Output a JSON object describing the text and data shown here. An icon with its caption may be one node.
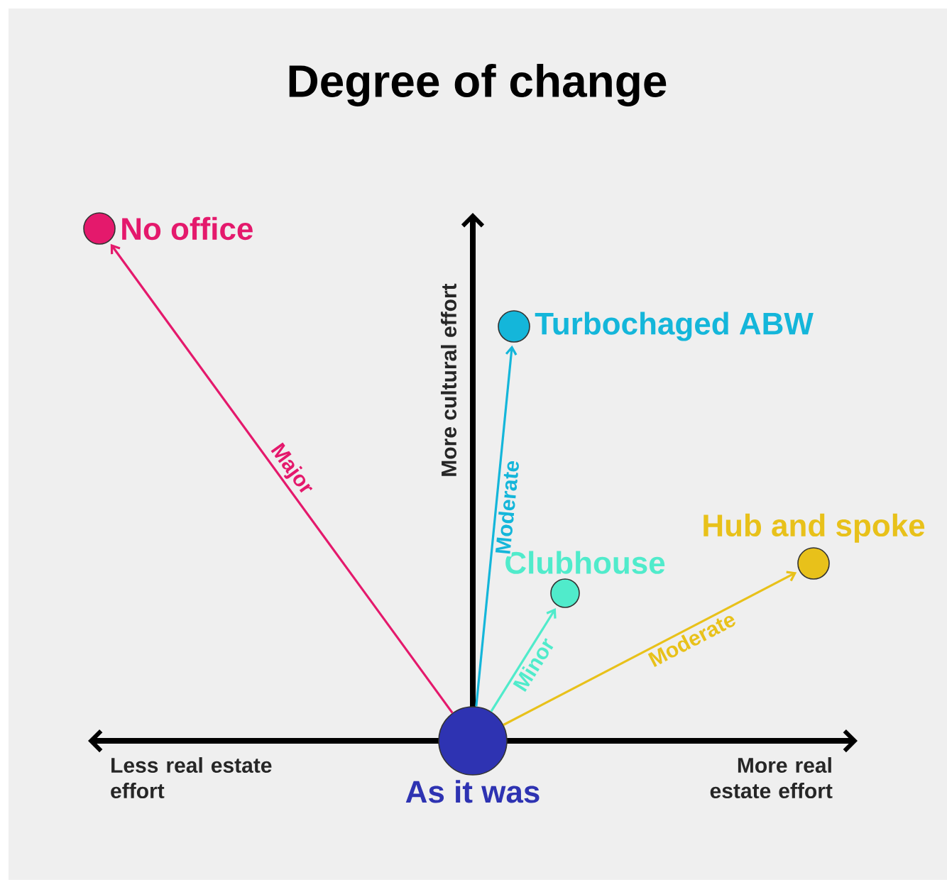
{
  "diagram": {
    "title": "Degree of change",
    "nodes": [
      {
        "text": [
          "As it was"
        ]
      },
      {
        "text": [
          "No office"
        ]
      },
      {
        "text": [
          "Turbochaged ABW"
        ]
      },
      {
        "text": [
          "Clubhouse"
        ]
      },
      {
        "text": [
          "Hub and spoke"
        ]
      }
    ],
    "edges": [
      {
        "from": 0,
        "to": 1,
        "arrow": "to",
        "label": "Major",
        "color": "#e4196c"
      },
      {
        "from": 0,
        "to": 2,
        "arrow": "to",
        "label": "Moderate",
        "color": "#14b6da"
      },
      {
        "from": 0,
        "to": 3,
        "arrow": "to",
        "label": "Minor",
        "color": "#50ebcb"
      },
      {
        "from": 0,
        "to": 4,
        "arrow": "to",
        "label": "Moderate",
        "color": "#e8c11a"
      }
    ],
    "labels": [
      "More cultural effort",
      "Less real estate effort",
      "More real estate effort"
    ]
  }
}
